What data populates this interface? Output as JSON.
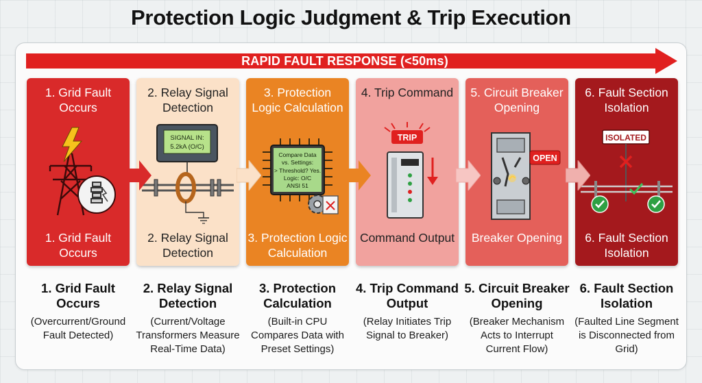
{
  "title": "Protection Logic Judgment & Trip Execution",
  "banner": {
    "label": "RAPID FAULT RESPONSE (<50ms)",
    "color": "#e0201f"
  },
  "steps": [
    {
      "card_title": "1. Grid Fault Occurs",
      "card_bottom": "1. Grid Fault Occurs",
      "desc_title": "1. Grid Fault Occurs",
      "desc_text": "(Overcurrent/Ground Fault Detected)",
      "icon": "transmission-tower-lightning-icon"
    },
    {
      "card_title": "2. Relay Signal Detection",
      "card_bottom": "2. Relay Signal Detection",
      "desc_title": "2. Relay Signal Detection",
      "desc_text": "(Current/Voltage Transformers Measure Real-Time Data)",
      "icon": "current-transformer-icon",
      "display": {
        "line1": "SIGNAL IN:",
        "line2": "5.2kA (O/C)"
      }
    },
    {
      "card_title": "3. Protection Logic Calculation",
      "card_bottom": "3. Protection Logic Calculation",
      "desc_title": "3. Protection Calculation",
      "desc_text": "(Built-in CPU Compares Data with Preset Settings)",
      "icon": "cpu-chip-icon",
      "chip": {
        "line1": "Compare Data",
        "line2": "vs. Settings:",
        "line3": "> Threshold? Yes.",
        "line4": "Logic: O/C",
        "line5": "ANSI 51"
      }
    },
    {
      "card_title": "4. Trip Command",
      "card_bottom": "Command Output",
      "desc_title": "4. Trip Command Output",
      "desc_text": "(Relay Initiates Trip Signal to Breaker)",
      "icon": "trip-relay-icon",
      "badge": "TRIP"
    },
    {
      "card_title": "5. Circuit Breaker Opening",
      "card_bottom": "Breaker Opening",
      "desc_title": "5. Circuit Breaker Opening",
      "desc_text": "(Breaker Mechanism Acts to Interrupt Current Flow)",
      "icon": "circuit-breaker-icon",
      "badge": "OPEN"
    },
    {
      "card_title": "6. Fault Section Isolation",
      "card_bottom": "6. Fault Section Isolation",
      "desc_title": "6. Fault Section Isolation",
      "desc_text": "(Faulted Line Segment is Disconnected from Grid)",
      "icon": "isolated-line-icon",
      "badge": "ISOLATED"
    }
  ]
}
